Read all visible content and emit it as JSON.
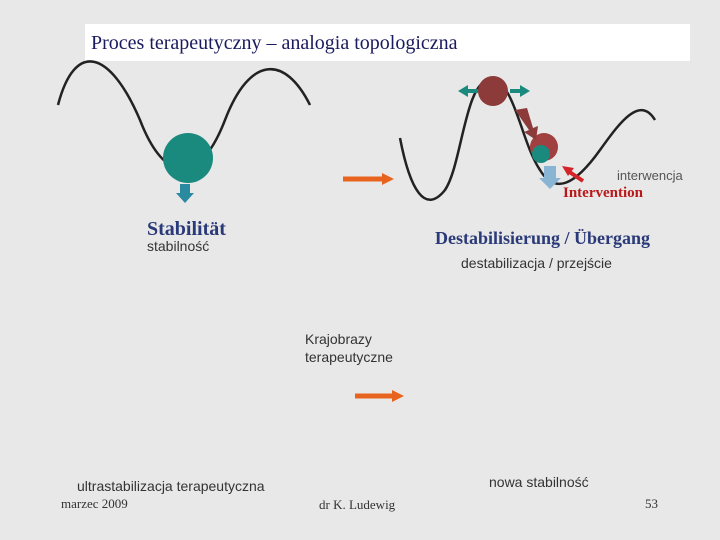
{
  "slide": {
    "title": "Proces terapeutyczny – analogia topologiczna",
    "footer_date": "marzec 2009",
    "footer_author": "dr K. Ludewig",
    "page_number": "53"
  },
  "labels": {
    "stabilitat": "Stabilität",
    "stabilnosc": "stabilność",
    "interwencja": "interwencja",
    "intervention": "Intervention",
    "destabilisierung": "Destabilisierung / Übergang",
    "destabilizacja": "destabilizacja / przejście",
    "krajobrazy_1": "Krajobrazy",
    "krajobrazy_2": "terapeutyczne",
    "ultrastabilizacja": "ultrastabilizacja terapeutyczna",
    "nowa_stabilnosc": "nowa stabilność"
  },
  "colors": {
    "title_text": "#1a1a5e",
    "teal_ball": "#1a8a7e",
    "red_ball": "#8c3a3a",
    "orange_arrow": "#e8641e",
    "red_intervention": "#d4242a",
    "blue_heading": "#2a3a78"
  }
}
